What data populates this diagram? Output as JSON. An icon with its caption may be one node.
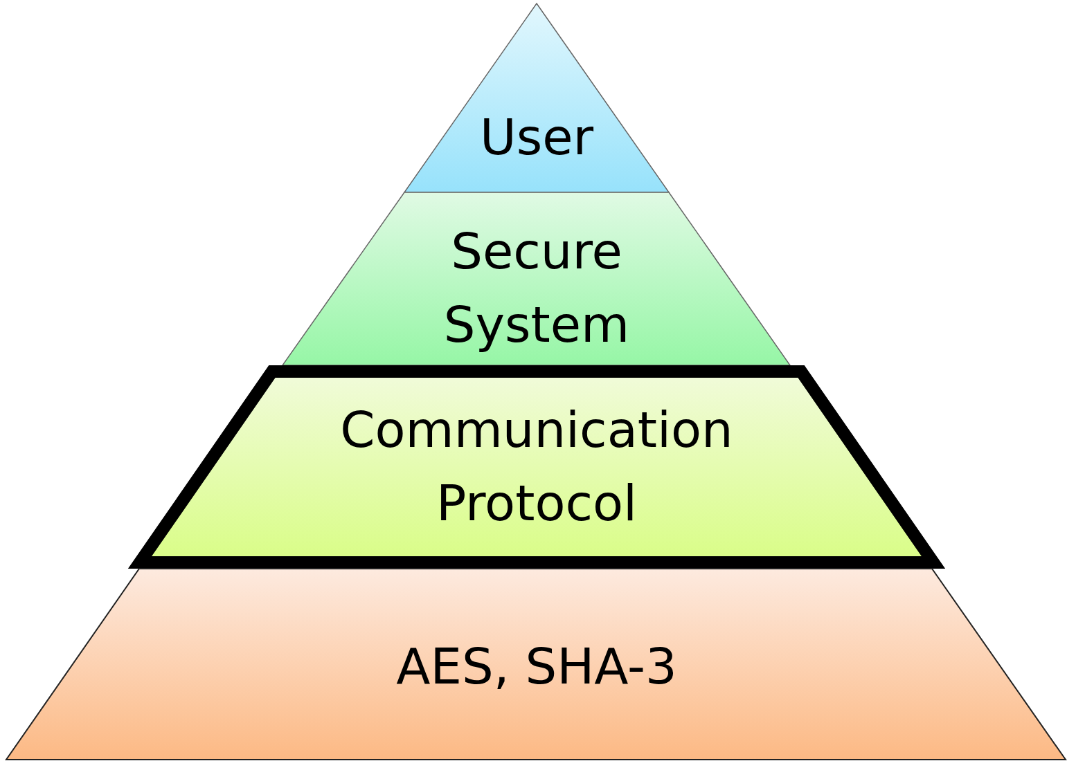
{
  "diagram": {
    "nodes": [
      {
        "text": [
          "User"
        ]
      },
      {
        "text": [
          "Secure System"
        ]
      },
      {
        "text": [
          "Communication Protocol"
        ]
      },
      {
        "text": [
          "AES, SHA-3"
        ]
      }
    ]
  }
}
